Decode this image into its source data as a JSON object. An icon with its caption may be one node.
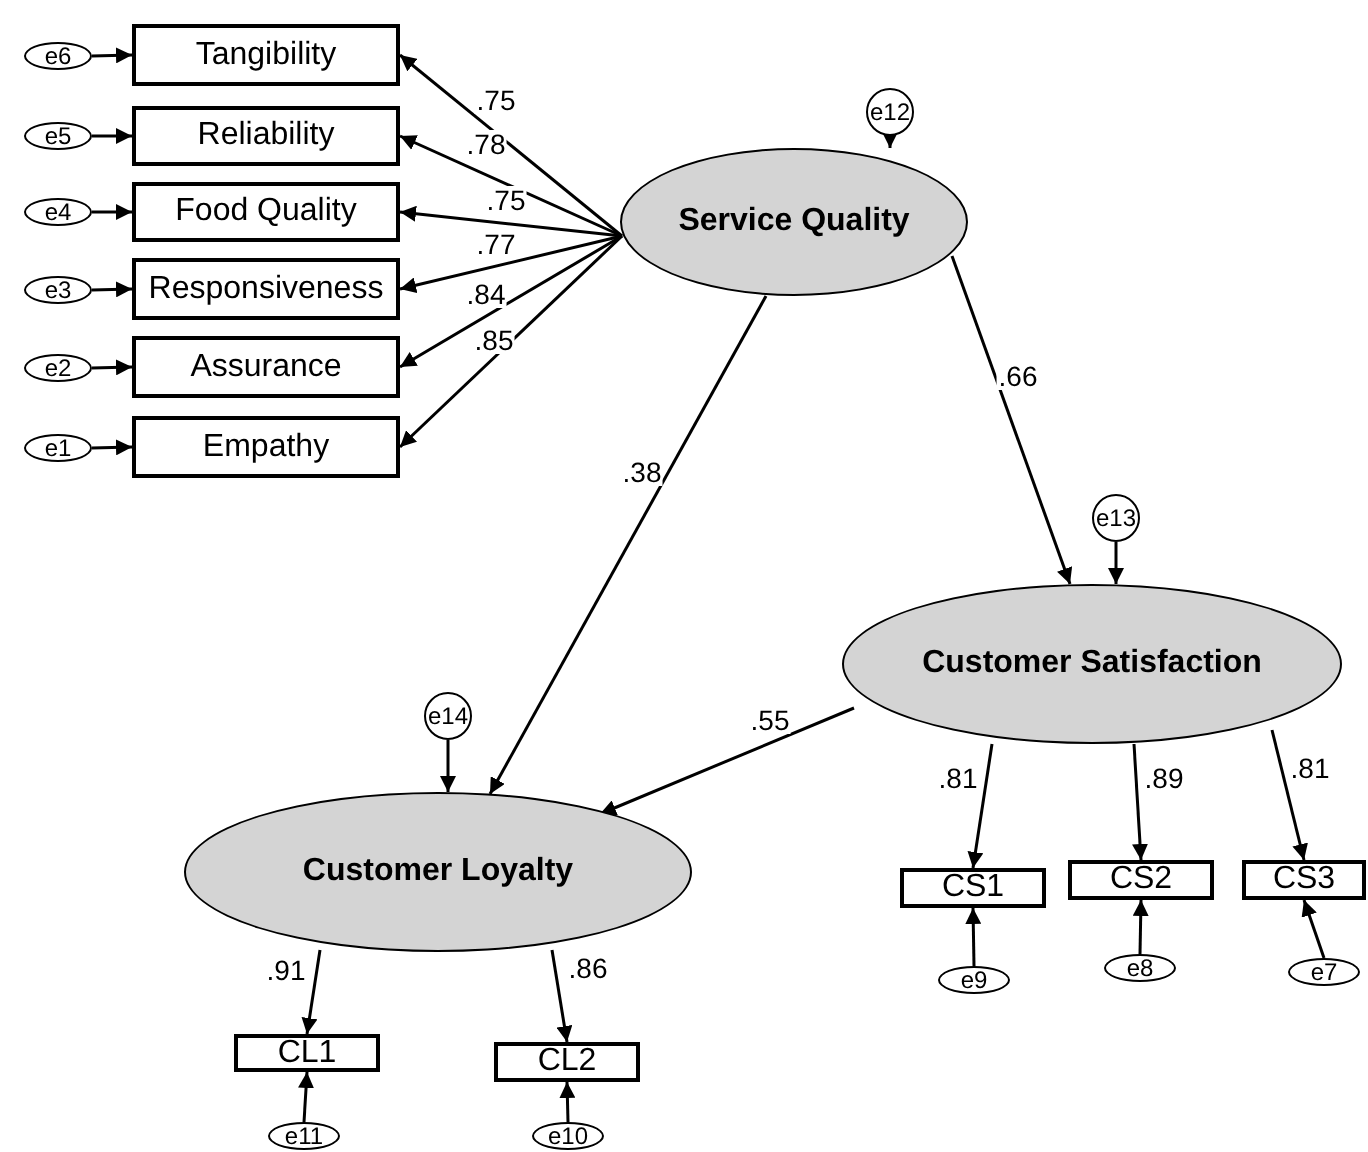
{
  "diagram": {
    "nodes": [
      {
        "text": [
          "Service Quality"
        ]
      },
      {
        "text": [
          "Customer Satisfaction"
        ]
      },
      {
        "text": [
          "Customer Loyalty"
        ]
      },
      {
        "text": [
          "Tangibility"
        ]
      },
      {
        "text": [
          "Reliability"
        ]
      },
      {
        "text": [
          "Food Quality"
        ]
      },
      {
        "text": [
          "Responsiveness"
        ]
      },
      {
        "text": [
          "Assurance"
        ]
      },
      {
        "text": [
          "Empathy"
        ]
      },
      {
        "text": [
          "CS1"
        ]
      },
      {
        "text": [
          "CS2"
        ]
      },
      {
        "text": [
          "CS3"
        ]
      },
      {
        "text": [
          "CL1"
        ]
      },
      {
        "text": [
          "CL2"
        ]
      },
      {
        "text": [
          "e6"
        ]
      },
      {
        "text": [
          "e5"
        ]
      },
      {
        "text": [
          "e4"
        ]
      },
      {
        "text": [
          "e3"
        ]
      },
      {
        "text": [
          "e2"
        ]
      },
      {
        "text": [
          "e1"
        ]
      },
      {
        "text": [
          "e12"
        ]
      },
      {
        "text": [
          "e13"
        ]
      },
      {
        "text": [
          "e14"
        ]
      },
      {
        "text": [
          "e9"
        ]
      },
      {
        "text": [
          "e8"
        ]
      },
      {
        "text": [
          "e7"
        ]
      },
      {
        "text": [
          "e11"
        ]
      },
      {
        "text": [
          "e10"
        ]
      }
    ],
    "edges": [
      {
        "from": 0,
        "to": 3,
        "arrow": "to",
        "label": ".75"
      },
      {
        "from": 0,
        "to": 4,
        "arrow": "to",
        "label": ".78"
      },
      {
        "from": 0,
        "to": 5,
        "arrow": "to",
        "label": ".75"
      },
      {
        "from": 0,
        "to": 6,
        "arrow": "to",
        "label": ".77"
      },
      {
        "from": 0,
        "to": 7,
        "arrow": "to",
        "label": ".84"
      },
      {
        "from": 0,
        "to": 8,
        "arrow": "to",
        "label": ".85"
      },
      {
        "from": 0,
        "to": 1,
        "arrow": "to",
        "label": ".66"
      },
      {
        "from": 0,
        "to": 2,
        "arrow": "to",
        "label": ".38"
      },
      {
        "from": 1,
        "to": 2,
        "arrow": "to",
        "label": ".55"
      },
      {
        "from": 1,
        "to": 9,
        "arrow": "to",
        "label": ".81"
      },
      {
        "from": 1,
        "to": 10,
        "arrow": "to",
        "label": ".89"
      },
      {
        "from": 1,
        "to": 11,
        "arrow": "to",
        "label": ".81"
      },
      {
        "from": 2,
        "to": 12,
        "arrow": "to",
        "label": ".91"
      },
      {
        "from": 2,
        "to": 13,
        "arrow": "to",
        "label": ".86"
      },
      {
        "from": 14,
        "to": 3,
        "arrow": "to"
      },
      {
        "from": 15,
        "to": 4,
        "arrow": "to"
      },
      {
        "from": 16,
        "to": 5,
        "arrow": "to"
      },
      {
        "from": 17,
        "to": 6,
        "arrow": "to"
      },
      {
        "from": 18,
        "to": 7,
        "arrow": "to"
      },
      {
        "from": 19,
        "to": 8,
        "arrow": "to"
      },
      {
        "from": 20,
        "to": 0,
        "arrow": "to"
      },
      {
        "from": 21,
        "to": 1,
        "arrow": "to"
      },
      {
        "from": 22,
        "to": 2,
        "arrow": "to"
      },
      {
        "from": 23,
        "to": 9,
        "arrow": "to"
      },
      {
        "from": 24,
        "to": 10,
        "arrow": "to"
      },
      {
        "from": 25,
        "to": 11,
        "arrow": "to"
      },
      {
        "from": 26,
        "to": 12,
        "arrow": "to"
      },
      {
        "from": 27,
        "to": 13,
        "arrow": "to"
      }
    ]
  }
}
